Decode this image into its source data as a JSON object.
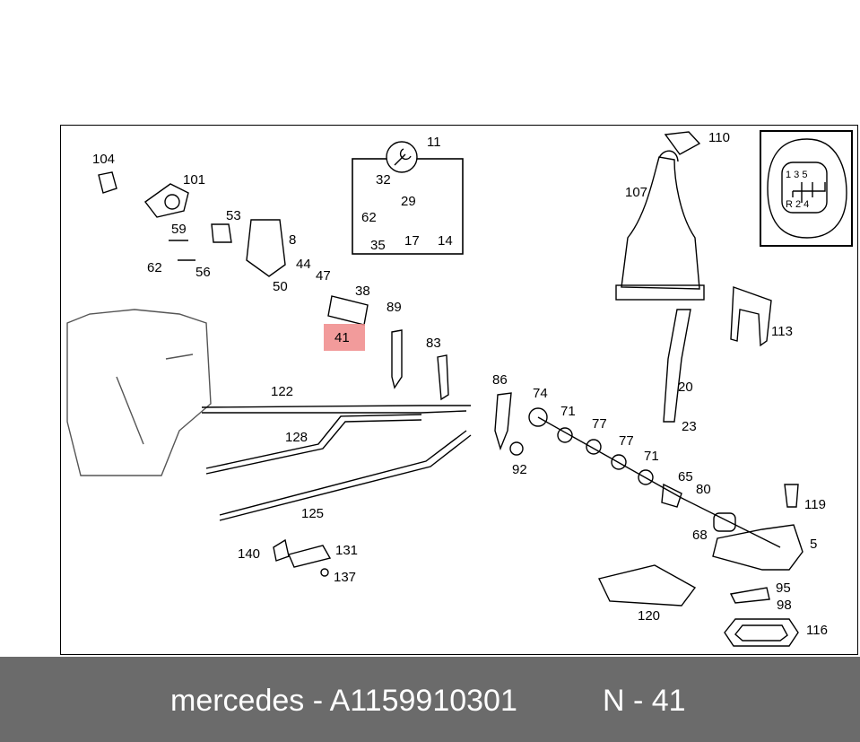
{
  "diagram": {
    "labels": {
      "p104": "104",
      "p101": "101",
      "p59": "59",
      "p53": "53",
      "p8": "8",
      "p62a": "62",
      "p56": "56",
      "p44": "44",
      "p47": "47",
      "p50": "50",
      "p38": "38",
      "p89": "89",
      "p41": "41",
      "p83": "83",
      "p11": "11",
      "p32": "32",
      "p29": "29",
      "p62b": "62",
      "p35": "35",
      "p17": "17",
      "p14": "14",
      "p110": "110",
      "p107": "107",
      "p113": "113",
      "p20": "20",
      "p23": "23",
      "p86": "86",
      "p74": "74",
      "p71a": "71",
      "p77a": "77",
      "p77b": "77",
      "p71b": "71",
      "p65": "65",
      "p80": "80",
      "p92": "92",
      "p119": "119",
      "p5": "5",
      "p68": "68",
      "p95": "95",
      "p98": "98",
      "p120": "120",
      "p116": "116",
      "p122": "122",
      "p128": "128",
      "p125": "125",
      "p140": "140",
      "p131": "131",
      "p137": "137"
    },
    "shift_pattern": {
      "top": "1 3 5",
      "bottom": "R 2 4"
    },
    "highlight_color": "#f08a8a"
  },
  "footer": {
    "brand_part": "mercedes - A1159910301",
    "position": "N - 41"
  }
}
